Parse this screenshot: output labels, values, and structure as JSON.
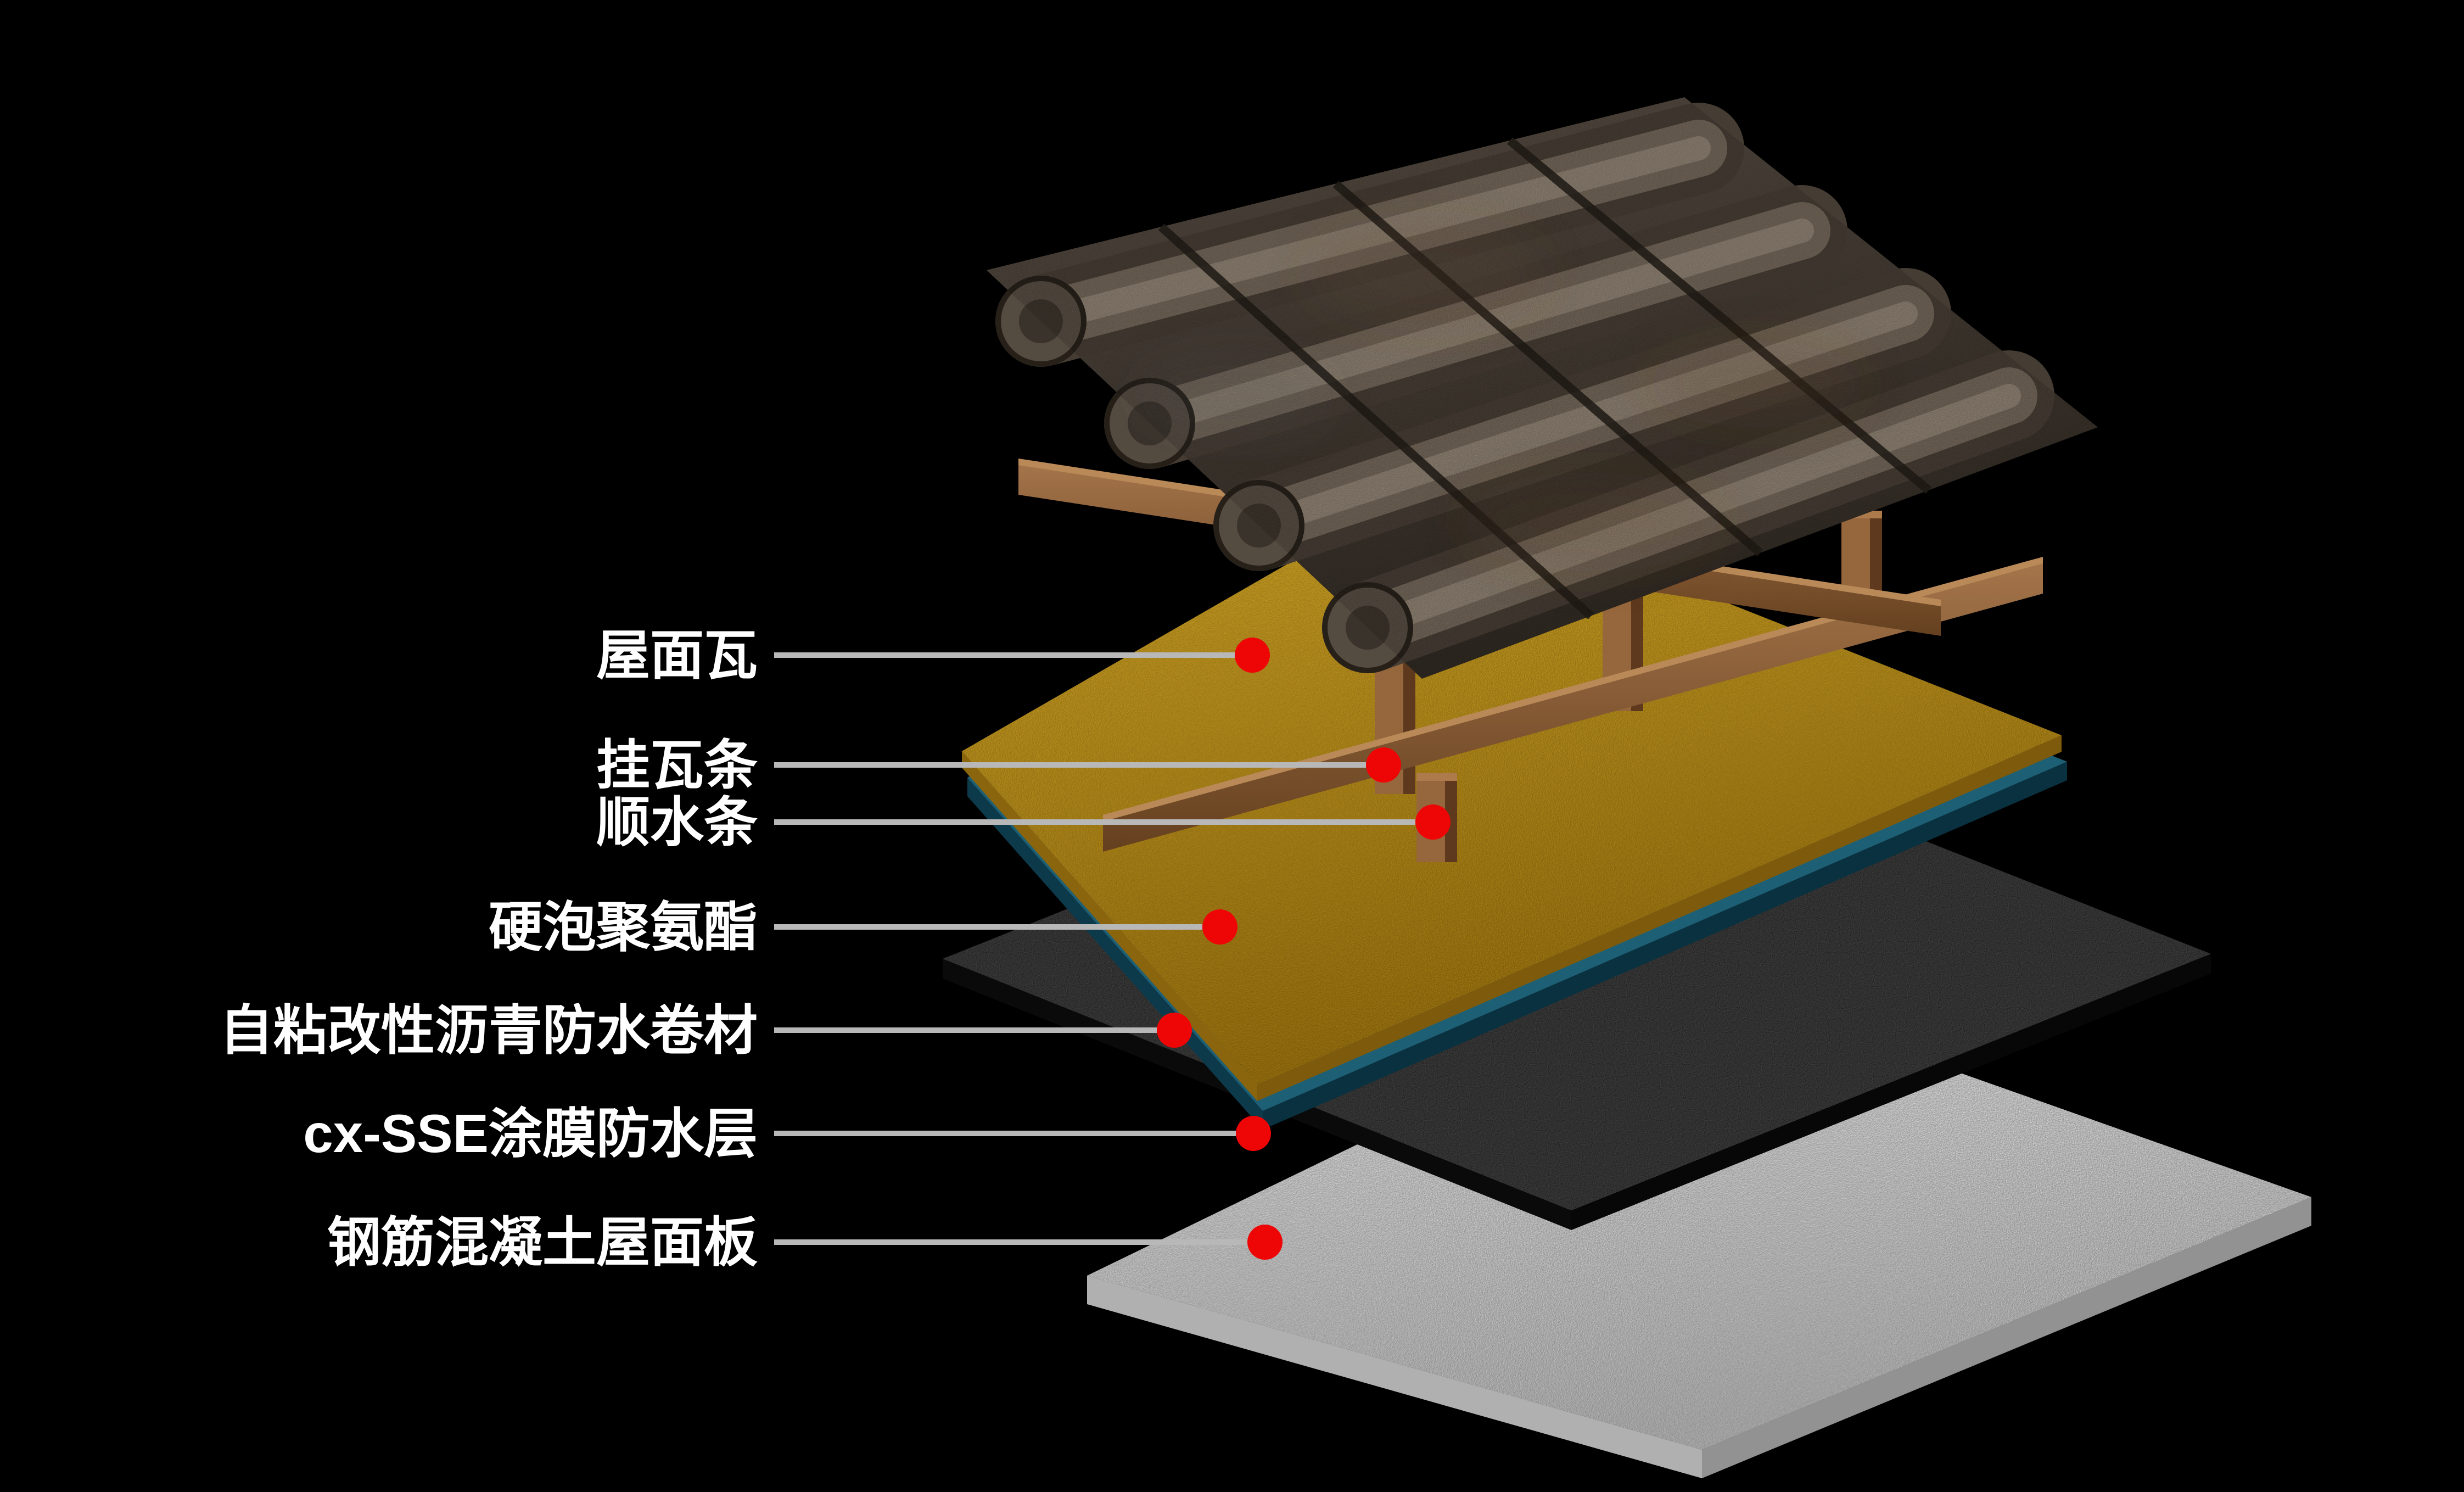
{
  "background": "#000000",
  "callouts": [
    {
      "label": "屋面瓦",
      "target": "roof-tiles"
    },
    {
      "label": "挂瓦条",
      "target": "tile-batten"
    },
    {
      "label": "顺水条",
      "target": "counter-batten"
    },
    {
      "label": "硬泡聚氨酯",
      "target": "rigid-foam-layer"
    },
    {
      "label": "自粘改性沥青防水卷材",
      "target": "membrane-layer"
    },
    {
      "label": "cx-SSE涂膜防水层",
      "target": "coating-layer"
    },
    {
      "label": "钢筋混凝土屋面板",
      "target": "concrete-slab"
    }
  ],
  "colors": {
    "background": "#000000",
    "label_text": "#ffffff",
    "callout_line": "#b8b8b8",
    "callout_dot": "#ee0505",
    "roof_tile": "#6f6356",
    "wood": "#96663c",
    "foam_yellow": "#c8961a",
    "membrane_teal": "#1d6076",
    "coating_black": "#1b1b1b",
    "concrete_white": "#dedede"
  }
}
